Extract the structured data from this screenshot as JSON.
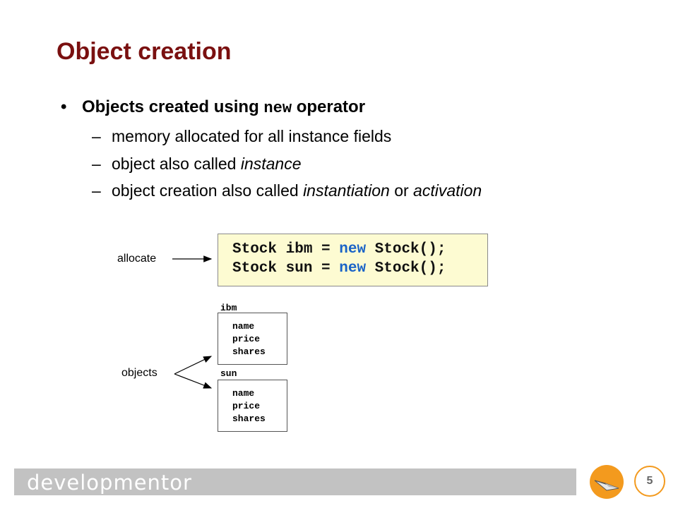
{
  "title": "Object creation",
  "main_bullet": {
    "before": "Objects created using ",
    "code": "new",
    "after": " operator"
  },
  "sub_bullets": [
    {
      "dash": "–",
      "parts": [
        {
          "text": "memory allocated for all instance fields",
          "italic": false
        }
      ]
    },
    {
      "dash": "–",
      "parts": [
        {
          "text": "object also called ",
          "italic": false
        },
        {
          "text": "instance",
          "italic": true
        }
      ]
    },
    {
      "dash": "–",
      "parts": [
        {
          "text": "object creation also called ",
          "italic": false
        },
        {
          "text": "instantiation",
          "italic": true
        },
        {
          "text": " or ",
          "italic": false
        },
        {
          "text": "activation",
          "italic": true
        }
      ]
    }
  ],
  "code": {
    "line1": {
      "a": "Stock ibm = ",
      "kw": "new",
      "b": " Stock();"
    },
    "line2": {
      "a": "Stock sun = ",
      "kw": "new",
      "b": " Stock();"
    }
  },
  "labels": {
    "allocate": "allocate",
    "objects": "objects"
  },
  "objects": [
    {
      "name": "ibm",
      "fields": [
        "name",
        "price",
        "shares"
      ]
    },
    {
      "name": "sun",
      "fields": [
        "name",
        "price",
        "shares"
      ]
    }
  ],
  "footer": {
    "brand": "developmentor",
    "page_number": "5"
  },
  "colors": {
    "title": "#7a1010",
    "keyword": "#1a63c7",
    "code_bg": "#fdfbd2",
    "footer_bar": "#c2c2c2",
    "accent": "#f39a1e"
  }
}
